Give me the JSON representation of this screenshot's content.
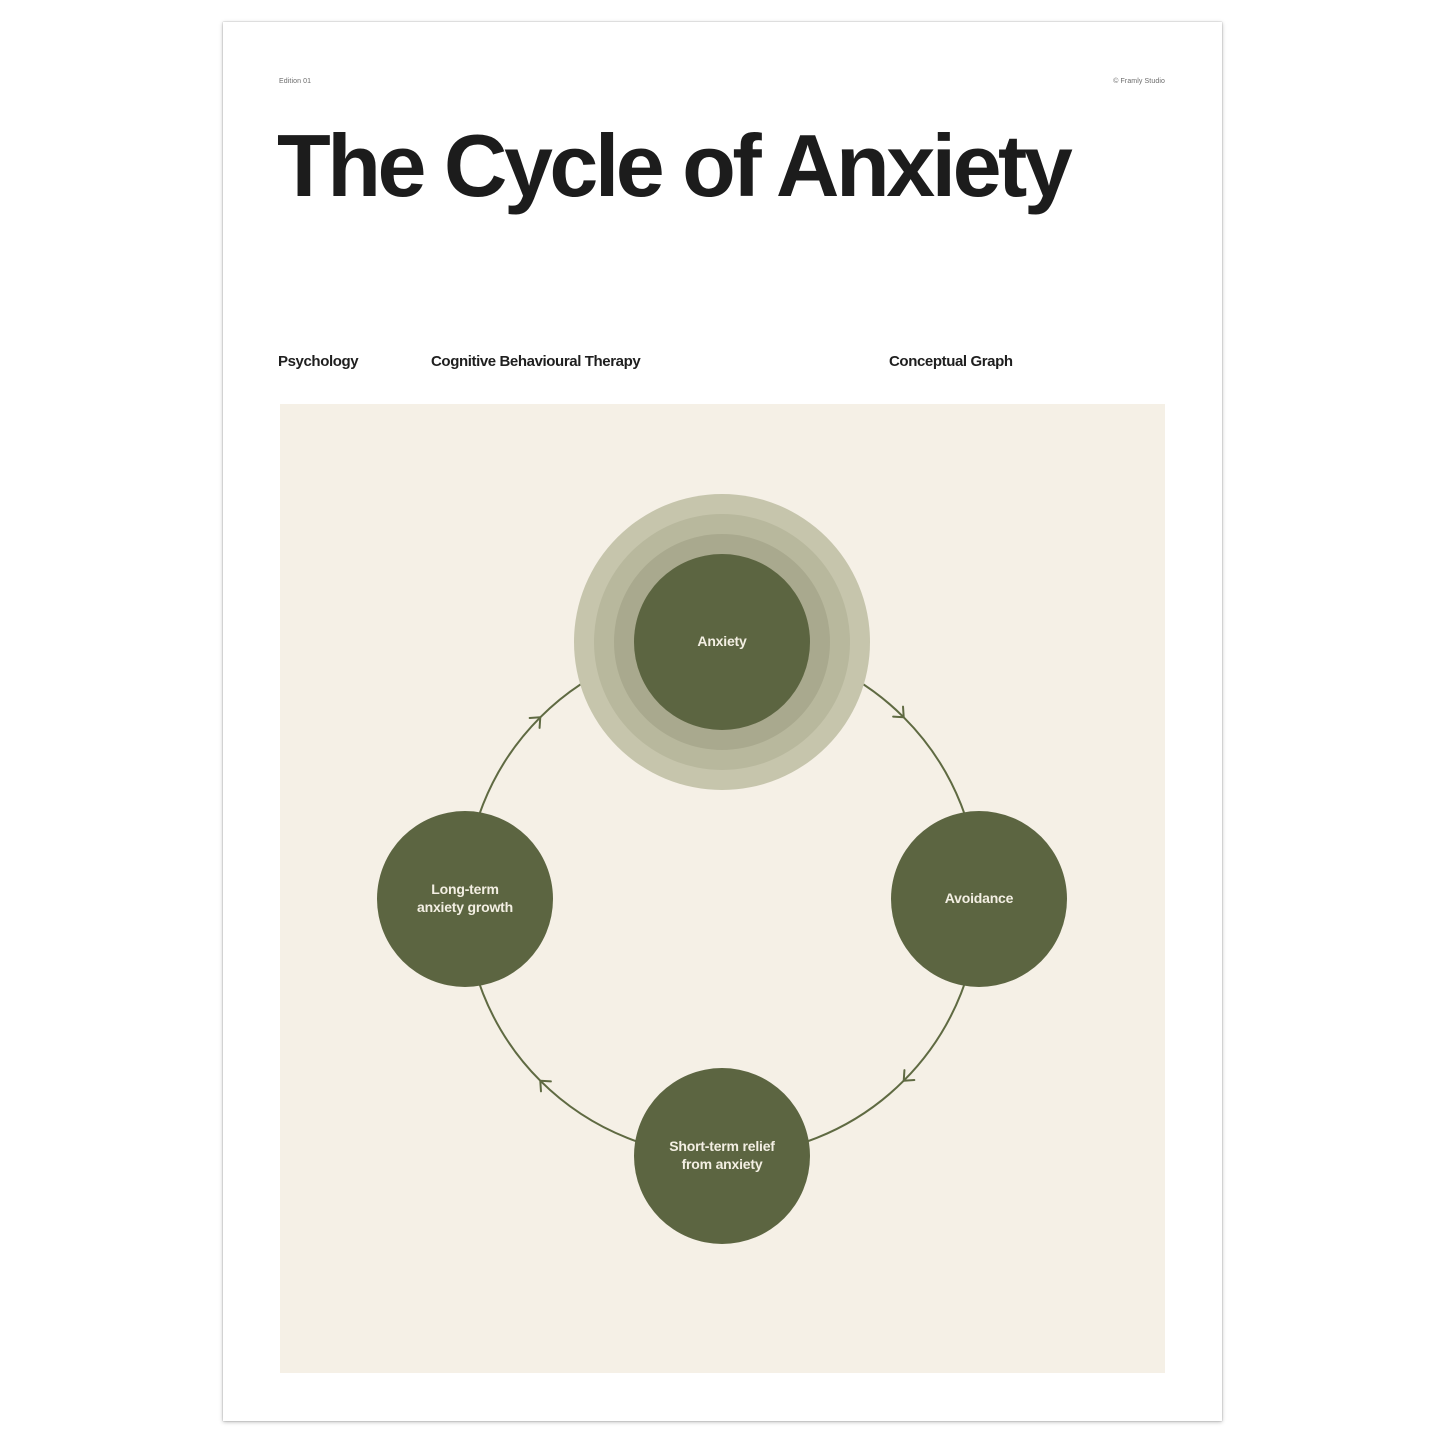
{
  "header": {
    "edition": "Edition 01",
    "credit": "© Framly Studio",
    "title": "The Cycle of Anxiety"
  },
  "tags": {
    "field": "Psychology",
    "method": "Cognitive Behavioural Therapy",
    "format": "Conceptual Graph"
  },
  "diagram": {
    "nodes": [
      {
        "id": "anxiety",
        "label": "Anxiety"
      },
      {
        "id": "avoidance",
        "label": "Avoidance"
      },
      {
        "id": "relief",
        "label": "Short-term relief\nfrom anxiety"
      },
      {
        "id": "growth",
        "label": "Long-term\nanxiety growth"
      }
    ],
    "cycle_order": [
      "anxiety",
      "avoidance",
      "relief",
      "growth"
    ]
  },
  "colors": {
    "node_fill": "#5c6541",
    "cycle_line": "#5f6a42",
    "panel_bg": "#f5f0e6",
    "halo_rings": [
      "#c6c5ac",
      "#b8b89d",
      "#a9a98e",
      "#9b9b80"
    ],
    "label_text": "#f3efe3"
  }
}
